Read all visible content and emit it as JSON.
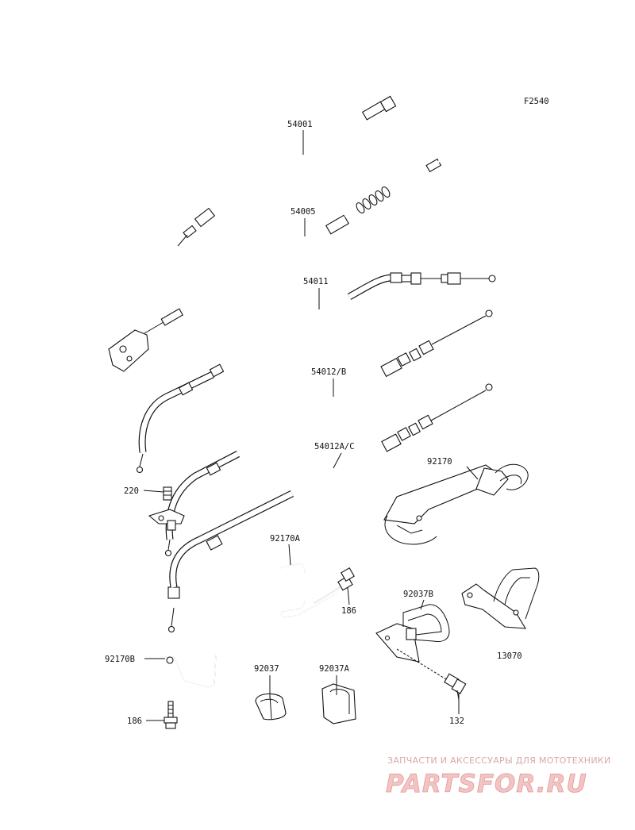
{
  "figure_code": "F2540",
  "callouts": {
    "p54001": "54001",
    "p54005": "54005",
    "p54011": "54011",
    "p54012b": "54012/B",
    "p54012ac": "54012A/C",
    "p92170": "92170",
    "p220": "220",
    "p92170a": "92170A",
    "p186a": "186",
    "p92037b": "92037B",
    "p13070": "13070",
    "p92170b": "92170B",
    "p186b": "186",
    "p92037": "92037",
    "p92037a": "92037A",
    "p132": "132"
  },
  "watermark": {
    "tagline": "ЗАПЧАСТИ И АКСЕССУАРЫ ДЛЯ МОТОТЕХНИКИ",
    "brand": "PARTSFOR.RU"
  }
}
